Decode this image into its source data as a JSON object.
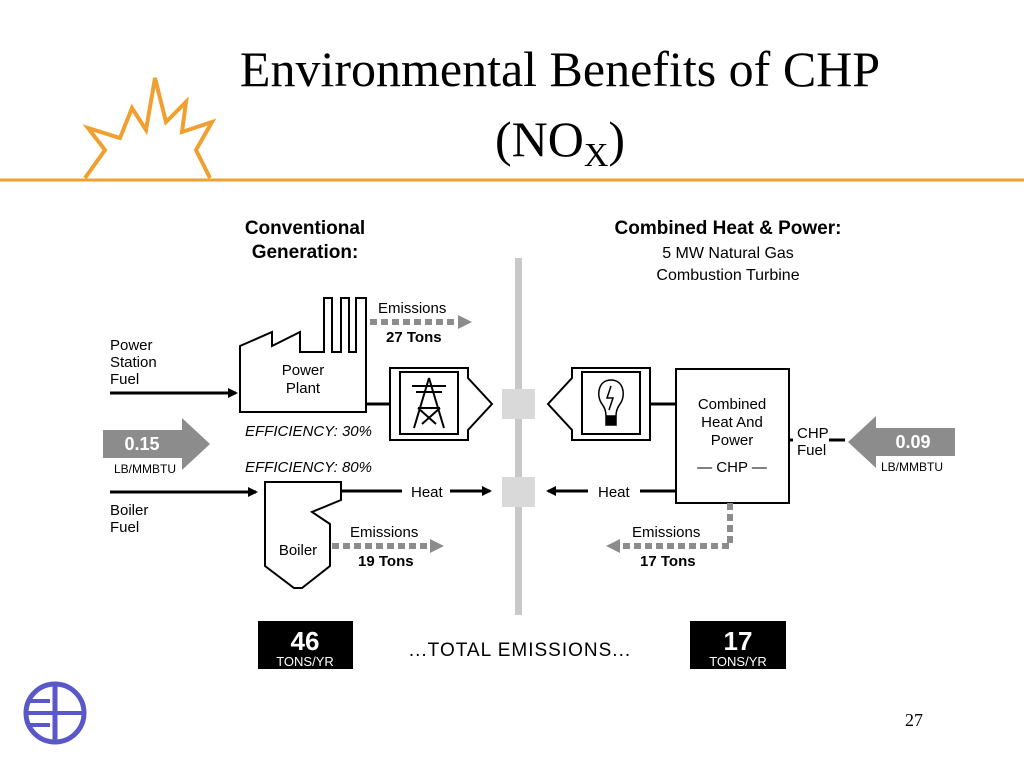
{
  "slide": {
    "title_line1": "Environmental Benefits of CHP",
    "title_line2_main": "(NO",
    "title_line2_sub": "X",
    "title_line2_end": ")",
    "page_number": "27"
  },
  "conventional": {
    "heading_line1": "Conventional",
    "heading_line2": "Generation:",
    "power_fuel_line1": "Power",
    "power_fuel_line2": "Station",
    "power_fuel_line3": "Fuel",
    "boiler_fuel_line1": "Boiler",
    "boiler_fuel_line2": "Fuel",
    "rate_value": "0.15",
    "rate_unit": "LB/MMBTU",
    "plant_line1": "Power",
    "plant_line2": "Plant",
    "plant_efficiency": "EFFICIENCY: 30%",
    "boiler_efficiency": "EFFICIENCY: 80%",
    "plant_emissions_label": "Emissions",
    "plant_emissions_value": "27 Tons",
    "boiler_label": "Boiler",
    "boiler_emissions_label": "Emissions",
    "boiler_emissions_value": "19 Tons",
    "heat_label": "Heat",
    "total_value": "46",
    "total_unit": "TONS/YR"
  },
  "chp": {
    "heading": "Combined Heat & Power:",
    "sub_line1": "5 MW Natural Gas",
    "sub_line2": "Combustion Turbine",
    "unit_line1": "Combined",
    "unit_line2": "Heat And",
    "unit_line3": "Power",
    "unit_line4": "— CHP —",
    "fuel_line1": "CHP",
    "fuel_line2": "Fuel",
    "rate_value": "0.09",
    "rate_unit": "LB/MMBTU",
    "heat_label": "Heat",
    "emissions_label": "Emissions",
    "emissions_value": "17 Tons",
    "total_value": "17",
    "total_unit": "TONS/YR"
  },
  "total_label": "...TOTAL EMISSIONS...",
  "colors": {
    "accent_orange": "#F0A030",
    "gray_arrow": "#8C8C8C",
    "center_bar": "#C8C8C8",
    "logo_blue": "#5A58C8"
  }
}
